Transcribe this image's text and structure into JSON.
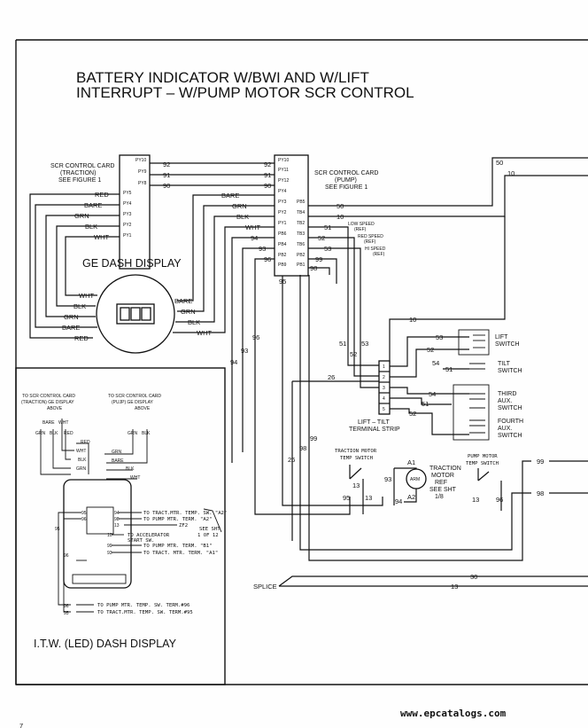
{
  "title_line1": "BATTERY INDICATOR W/BWI AND W/LIFT",
  "title_line2": "INTERRUPT – W/PUMP MOTOR SCR CONTROL",
  "traction_card": {
    "line1": "SCR CONTROL CARD",
    "line2": "(TRACTION)",
    "line3": "SEE FIGURE 1",
    "pins": [
      "PY10",
      "PY9",
      "PY8",
      "PY5",
      "PY4",
      "PY3",
      "PY2",
      "PY1"
    ]
  },
  "pump_card": {
    "line1": "SCR CONTROL CARD",
    "line2": "(PUMP)",
    "line3": "SEE FIGURE 1",
    "pins_left": [
      "PY10",
      "PY11",
      "PY12",
      "PY4",
      "PY3",
      "PY2",
      "PY1",
      "PB6",
      "PB4",
      "PB2",
      "PB9"
    ],
    "pins_right": [
      "PB5",
      "TB4",
      "TB2",
      "TB3",
      "TB6",
      "PB2",
      "PB1"
    ]
  },
  "speed_labels": {
    "low": "LOW SPEED\n(REF)",
    "low1": "LOW SPEED",
    "low2": "(REF)",
    "red1": "RED SPEED",
    "red2": "(REF)",
    "hi1": "HI SPEED",
    "hi2": "(REF)"
  },
  "wire_labels": {
    "w92": "92",
    "w91": "91",
    "w90": "90",
    "w50": "50",
    "w10": "10",
    "w51": "51",
    "w52": "52",
    "w53": "53",
    "w54": "54",
    "w99": "99",
    "w98": "98",
    "w95": "95",
    "w96": "96",
    "w93": "93",
    "w94": "94",
    "w26": "26",
    "w13": "13",
    "w30": "30",
    "red": "RED",
    "bare": "BARE",
    "grn": "GRN",
    "blk": "BLK",
    "wht": "WHT"
  },
  "ge_display": "GE DASH DISPLAY",
  "lift_switch": "LIFT\nSWITCH",
  "switches": {
    "lift1": "LIFT",
    "lift2": "SWITCH",
    "tilt1": "TILT",
    "tilt2": "SWITCH",
    "third1": "THIRD",
    "third2": "AUX.",
    "third3": "SWITCH",
    "fourth1": "FOURTH",
    "fourth2": "AUX.",
    "fourth3": "SWITCH"
  },
  "terminal_strip": {
    "line1": "LIFT – TILT",
    "line2": "TERMINAL STRIP",
    "numbers": [
      "1",
      "2",
      "3",
      "4",
      "5"
    ]
  },
  "traction_motor_switch": {
    "line1": "TRACTION MOTOR",
    "line2": "TEMP SWITCH"
  },
  "pump_motor_switch": {
    "line1": "PUMP MOTOR",
    "line2": "TEMP SWITCH"
  },
  "traction_motor_ref": {
    "line1": "TRACTION",
    "line2": "MOTOR",
    "line3": "REF",
    "line4": "SEE SHT",
    "line5": "1/8",
    "arm": "ARM",
    "a1": "A1",
    "a2": "A2"
  },
  "splice": "SPLICE",
  "led_panel": {
    "left_heading1": "TO SCR CONTROL CARD",
    "left_heading2": "(TRACTION) GE DISPLAY",
    "left_heading3": "ABOVE",
    "right_heading1": "TO SCR CONTROL CARD",
    "right_heading2": "(PUJP) GE DISPLAY",
    "right_heading3": "ABOVE",
    "top_left_labels": [
      "BARE",
      "WHT"
    ],
    "top_left_row": [
      "GRN",
      "BLK",
      "RED"
    ],
    "top_right_row": [
      "GRN",
      "BLK"
    ],
    "mid_labels": [
      "RED",
      "WHT",
      "BLK",
      "GRN",
      "GRN",
      "BARE",
      "BLK",
      "WHT"
    ],
    "pin_labels": [
      "95",
      "96",
      "94",
      "98",
      "13",
      "10",
      "99",
      "93",
      "95"
    ],
    "notes": [
      "TO TRACT.MTR. TEMP. SW. \"A2\"",
      "TO PUMP MTR. TERM. \"A2\"",
      "ZF2",
      "TO ACCELERATOR",
      "START SW.",
      "SEE SHT",
      "1 OF 12",
      "TO PUMP MTR. TERM. \"B1\"",
      "TO TRACT. MTR. TERM. \"A1\"",
      "TO PUMP MTR. TEMP. SW. TERM.#96",
      "TO TRACT.MTR. TEMP. SW. TERM.#95"
    ],
    "side_labels": [
      "95",
      "96",
      "96",
      "95"
    ],
    "title": "I.T.W. (LED) DASH DISPLAY"
  },
  "page_number": "7",
  "watermark": "www.epcatalogs.com"
}
